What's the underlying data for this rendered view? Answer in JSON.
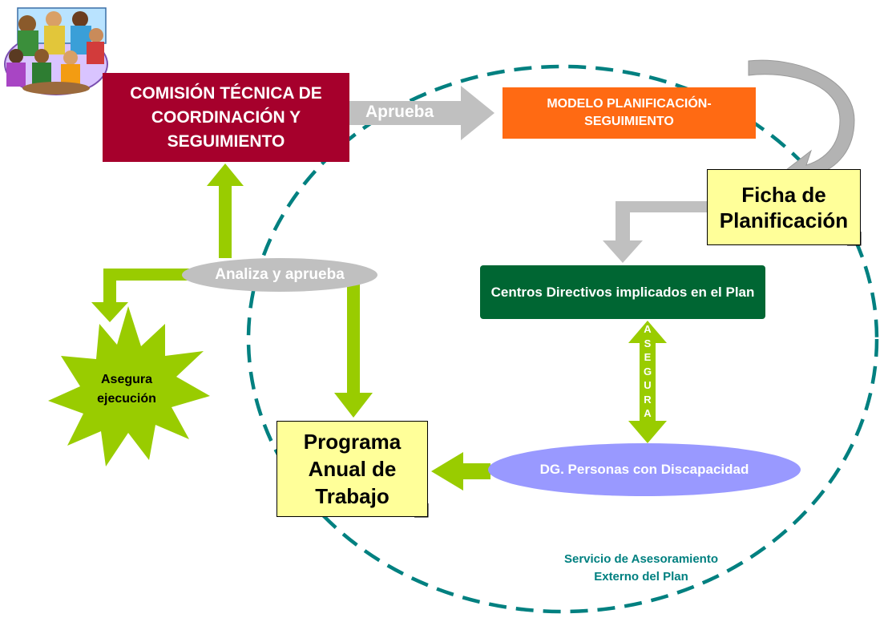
{
  "nodes": {
    "comision": "COMISIÓN TÉCNICA DE COORDINACIÓN Y SEGUIMIENTO",
    "modelo": "MODELO PLANIFICACIÓN-SEGUIMIENTO",
    "ficha": "Ficha de Planificación",
    "centros": "Centros Directivos implicados en el Plan",
    "programa": "Programa Anual de Trabajo",
    "dg": "DG. Personas con Discapacidad",
    "analiza": "Analiza y aprueba",
    "asegura_ejecucion": "Asegura ejecución"
  },
  "edges": {
    "aprueba": "Aprueba",
    "asegura_letters": [
      "A",
      "S",
      "E",
      "G",
      "U",
      "R",
      "A"
    ]
  },
  "boundary": {
    "line1": "Servicio de Asesoramiento",
    "line2": "Externo del Plan"
  },
  "colors": {
    "comision": "#a6002c",
    "modelo": "#ff6a13",
    "centros": "#006633",
    "note": "#ffff99",
    "green_arrow": "#99cc00",
    "grey_arrow": "#c0c0c0",
    "dg": "#9999ff",
    "dashed_circle": "#008080"
  },
  "icons": {
    "meeting": "meeting-people-clipart-icon"
  }
}
